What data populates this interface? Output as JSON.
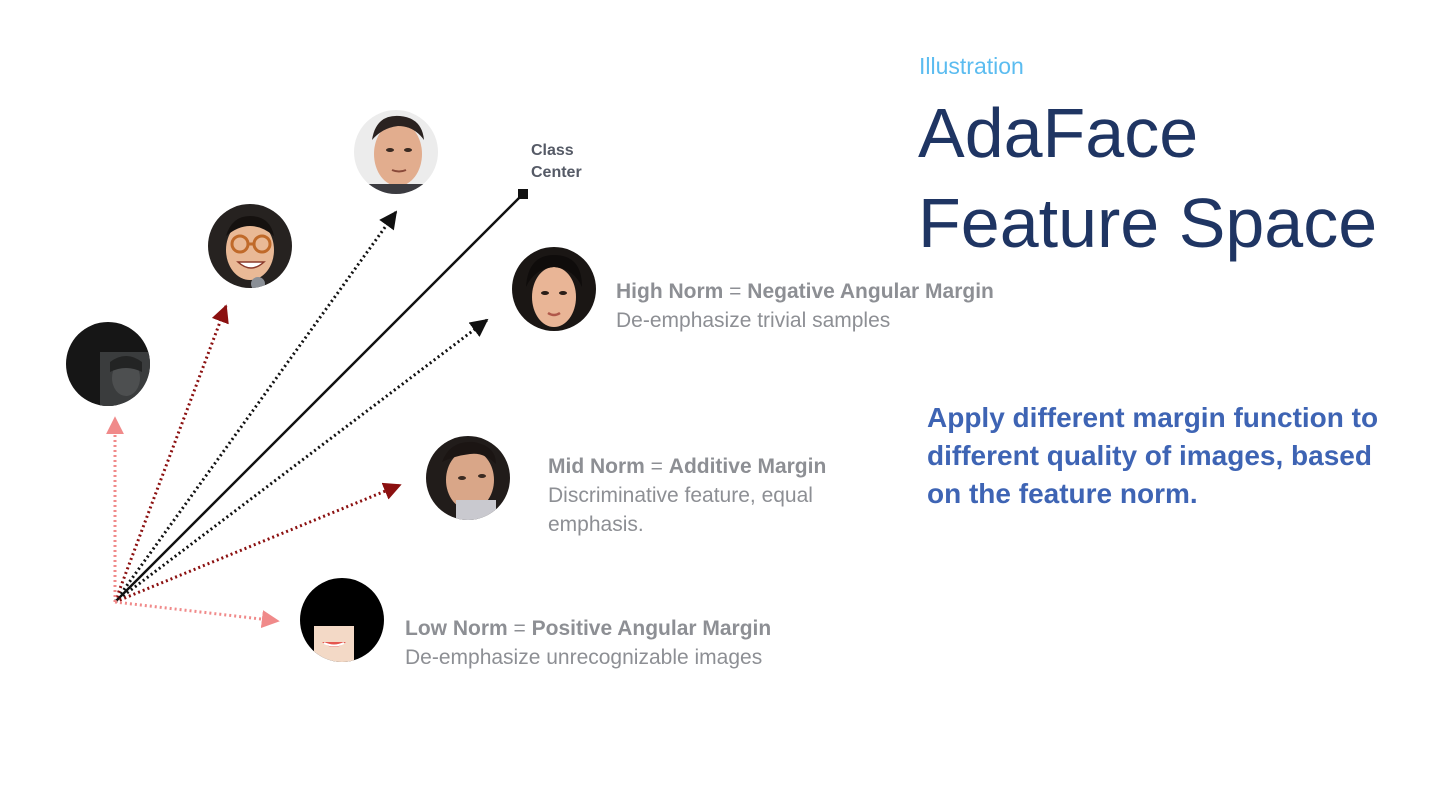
{
  "header": {
    "eyebrow": "Illustration",
    "title_line1": "AdaFace",
    "title_line2": "Feature Space"
  },
  "class_center": {
    "line1": "Class",
    "line2": "Center"
  },
  "norms": {
    "high": {
      "label": "High Norm",
      "equals": "=",
      "margin": "Negative Angular Margin",
      "description": "De-emphasize trivial samples"
    },
    "mid": {
      "label": "Mid Norm",
      "equals": "=",
      "margin": "Additive Margin",
      "description": "Discriminative feature, equal emphasis."
    },
    "low": {
      "label": "Low Norm",
      "equals": "=",
      "margin": "Positive Angular Margin",
      "description": "De-emphasize unrecognizable images"
    }
  },
  "callout": "Apply different margin function to different quality of images, based on the feature norm.",
  "colors": {
    "title": "#1f3563",
    "eyebrow": "#5bbcf0",
    "callout": "#3e64b4",
    "description": "#8d8f94",
    "arrow_black": "#111111",
    "arrow_dark_red": "#8b1010",
    "arrow_light_red": "#f08a8a"
  },
  "icons": [
    "face-photo-top",
    "face-photo-glasses",
    "face-photo-dark",
    "face-photo-high-norm",
    "face-photo-mid-norm",
    "face-photo-low-norm"
  ]
}
